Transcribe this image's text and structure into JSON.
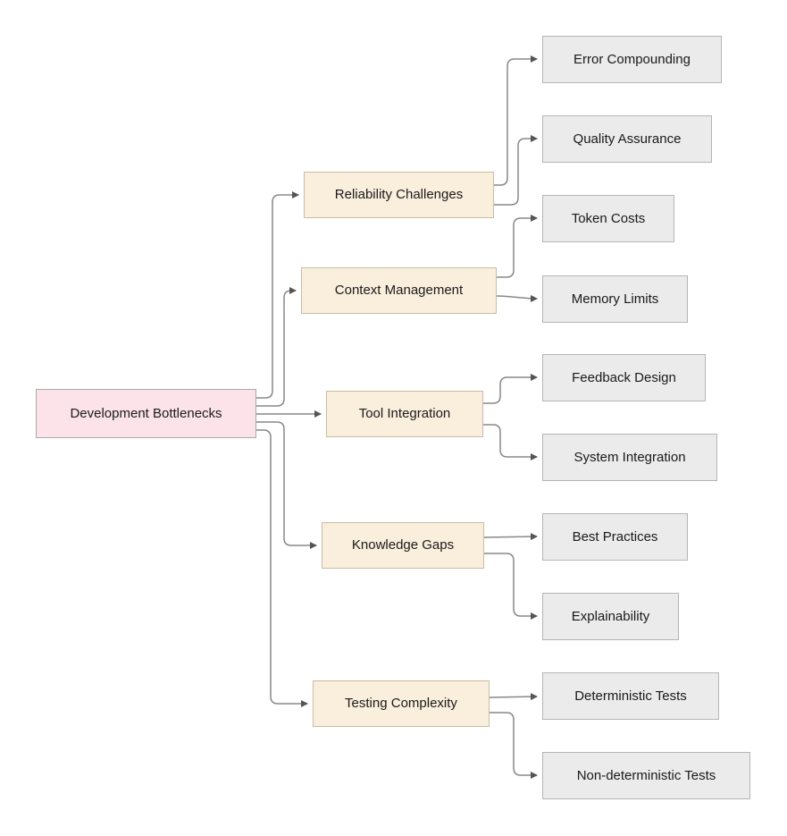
{
  "diagram": {
    "title": "Development Bottlenecks mind map",
    "root": {
      "label": "Development Bottlenecks"
    },
    "branches": [
      {
        "label": "Reliability Challenges",
        "children": [
          {
            "label": "Error Compounding"
          },
          {
            "label": "Quality Assurance"
          }
        ]
      },
      {
        "label": "Context Management",
        "children": [
          {
            "label": "Token Costs"
          },
          {
            "label": "Memory Limits"
          }
        ]
      },
      {
        "label": "Tool Integration",
        "children": [
          {
            "label": "Feedback Design"
          },
          {
            "label": "System Integration"
          }
        ]
      },
      {
        "label": "Knowledge Gaps",
        "children": [
          {
            "label": "Best Practices"
          },
          {
            "label": "Explainability"
          }
        ]
      },
      {
        "label": "Testing Complexity",
        "children": [
          {
            "label": "Deterministic Tests"
          },
          {
            "label": "Non-deterministic Tests"
          }
        ]
      }
    ],
    "colors": {
      "root_fill": "#fbe3e9",
      "root_border": "#a9a9a9",
      "branch_fill": "#faeedd",
      "branch_border": "#c9bda4",
      "leaf_fill": "#ebebeb",
      "leaf_border": "#b5b5b5",
      "edge": "#888888",
      "arrow": "#555555",
      "text": "#1a1a1a",
      "canvas_bg": "#ffffff"
    }
  }
}
